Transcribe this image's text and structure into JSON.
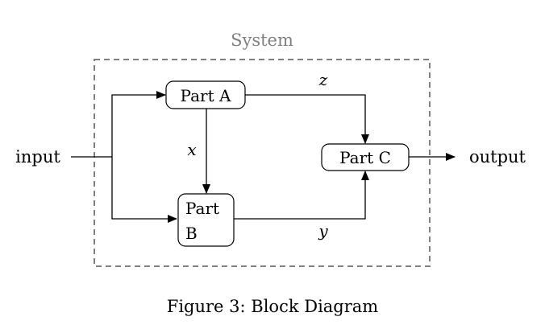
{
  "system": {
    "title": "System"
  },
  "blocks": {
    "part_a": "Part A",
    "part_b_line1": "Part",
    "part_b_line2": "B",
    "part_c": "Part C"
  },
  "signals": {
    "input": "input",
    "output": "output",
    "x": "x",
    "y": "y",
    "z": "z"
  },
  "caption": "Figure 3: Block Diagram",
  "colors": {
    "system_border": "#808080",
    "system_title": "#808080",
    "lines": "#000000"
  }
}
